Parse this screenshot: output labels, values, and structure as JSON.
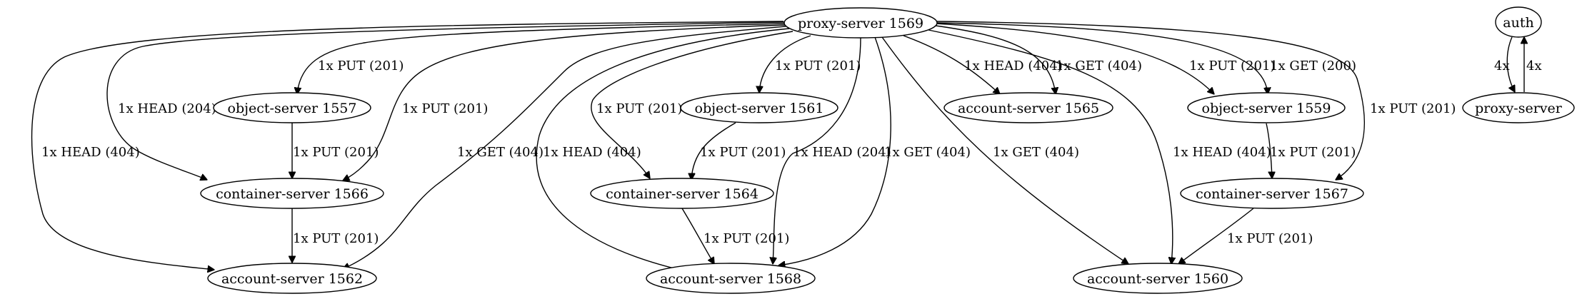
{
  "nodes": {
    "proxy_1569": "proxy-server 1569",
    "object_1557": "object-server 1557",
    "object_1561": "object-server 1561",
    "object_1559": "object-server 1559",
    "account_1565": "account-server 1565",
    "container_1566": "container-server 1566",
    "container_1564": "container-server 1564",
    "container_1567": "container-server 1567",
    "account_1562": "account-server 1562",
    "account_1568": "account-server 1568",
    "account_1560": "account-server 1560",
    "auth": "auth",
    "proxy_server": "proxy-server"
  },
  "edges": [
    {
      "from": "proxy-server 1569",
      "to": "object-server 1557",
      "label": "1x PUT (201)"
    },
    {
      "from": "proxy-server 1569",
      "to": "container-server 1566",
      "label": "1x HEAD (204)"
    },
    {
      "from": "proxy-server 1569",
      "to": "container-server 1566",
      "label": "1x PUT (201)"
    },
    {
      "from": "proxy-server 1569",
      "to": "account-server 1562",
      "label": "1x HEAD (404)"
    },
    {
      "from": "proxy-server 1569",
      "to": "account-server 1562",
      "label": "1x GET (404)"
    },
    {
      "from": "object-server 1557",
      "to": "container-server 1566",
      "label": "1x PUT (201)"
    },
    {
      "from": "container-server 1566",
      "to": "account-server 1562",
      "label": "1x PUT (201)"
    },
    {
      "from": "proxy-server 1569",
      "to": "object-server 1561",
      "label": "1x PUT (201)"
    },
    {
      "from": "proxy-server 1569",
      "to": "container-server 1564",
      "label": "1x PUT (201)"
    },
    {
      "from": "proxy-server 1569",
      "to": "account-server 1568",
      "label": "1x HEAD (404)"
    },
    {
      "from": "object-server 1561",
      "to": "container-server 1564",
      "label": "1x PUT (201)"
    },
    {
      "from": "container-server 1564",
      "to": "account-server 1568",
      "label": "1x PUT (201)"
    },
    {
      "from": "proxy-server 1569",
      "to": "account-server 1568",
      "label": "1x HEAD (204)"
    },
    {
      "from": "proxy-server 1569",
      "to": "account-server 1568",
      "label": "1x GET (404)"
    },
    {
      "from": "proxy-server 1569",
      "to": "account-server 1565",
      "label": "1x HEAD (404)"
    },
    {
      "from": "proxy-server 1569",
      "to": "account-server 1565",
      "label": "1x GET (404)"
    },
    {
      "from": "proxy-server 1569",
      "to": "account-server 1560",
      "label": "1x GET (404)"
    },
    {
      "from": "proxy-server 1569",
      "to": "account-server 1560",
      "label": "1x HEAD (404)"
    },
    {
      "from": "proxy-server 1569",
      "to": "object-server 1559",
      "label": "1x PUT (201)"
    },
    {
      "from": "proxy-server 1569",
      "to": "object-server 1559",
      "label": "1x GET (200)"
    },
    {
      "from": "proxy-server 1569",
      "to": "container-server 1567",
      "label": "1x PUT (201)"
    },
    {
      "from": "object-server 1559",
      "to": "container-server 1567",
      "label": "1x PUT (201)"
    },
    {
      "from": "container-server 1567",
      "to": "account-server 1560",
      "label": "1x PUT (201)"
    },
    {
      "from": "auth",
      "to": "proxy-server",
      "label": "4x"
    },
    {
      "from": "proxy-server",
      "to": "auth",
      "label": "4x"
    }
  ]
}
